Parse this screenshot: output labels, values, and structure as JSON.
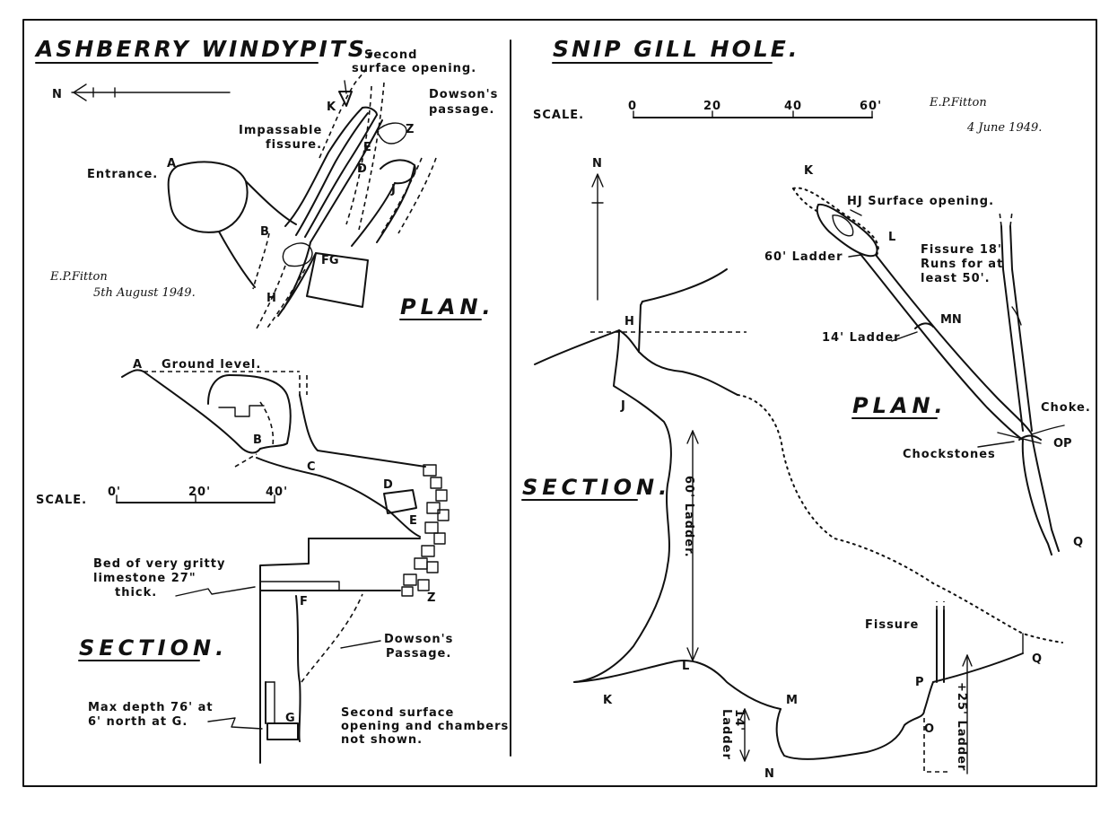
{
  "left": {
    "title": "ASHBERRY WINDYPITS.",
    "north": "N",
    "labels": {
      "second_surface": "Second",
      "second_surface2": "surface opening.",
      "dowsons": "Dowson's",
      "dowsons2": "passage.",
      "impassable": "Impassable",
      "impassable2": "fissure.",
      "entrance": "Entrance.",
      "plan": "PLAN.",
      "signature": "E.P.Fitton",
      "sig_date": "5th August 1949.",
      "ground_level": "Ground level.",
      "scale": "SCALE.",
      "bed1": "Bed of very gritty",
      "bed2": "limestone 27\"",
      "bed3": "thick.",
      "section": "SECTION.",
      "dowsons_sec": "Dowson's",
      "dowsons_sec2": "Passage.",
      "maxdepth1": "Max depth 76' at",
      "maxdepth2": "6' north at G.",
      "note1": "Second surface",
      "note2": "opening and chambers",
      "note3": "not shown."
    },
    "scale_ticks": [
      "0'",
      "20'",
      "40'"
    ],
    "plan_points": {
      "A": "A",
      "B": "B",
      "D": "D",
      "E": "E",
      "FG": "FG",
      "H": "H",
      "J": "J",
      "K": "K",
      "Z": "Z"
    },
    "section_points": {
      "A": "A",
      "B": "B",
      "C": "C",
      "D": "D",
      "E": "E",
      "F": "F",
      "G": "G",
      "Z": "Z"
    }
  },
  "right": {
    "title": "SNIP GILL HOLE.",
    "scale": "SCALE.",
    "scale_ticks": [
      "0",
      "20",
      "40",
      "60'"
    ],
    "signature": "E.P.Fitton",
    "sig_date": "4 June 1949.",
    "north": "N",
    "labels": {
      "hj_surface": "HJ Surface opening.",
      "ladder60": "60' Ladder",
      "fissure1": "Fissure 18\"",
      "fissure2": "Runs for at",
      "fissure3": "least 50'.",
      "ladder14": "14' Ladder",
      "plan": "PLAN.",
      "choke": "Choke.",
      "chockstones": "Chockstones",
      "section": "SECTION.",
      "ladder60_sec": "60' Ladder.",
      "fissure_sec": "Fissure",
      "ladder14_sec": "14'",
      "ladder14_sec2": "Ladder",
      "ladder25_sec": "+25' Ladder"
    },
    "plan_points": {
      "K": "K",
      "L": "L",
      "MN": "MN",
      "OP": "OP",
      "Q": "Q"
    },
    "section_points": {
      "H": "H",
      "J": "J",
      "K": "K",
      "L": "L",
      "M": "M",
      "N": "N",
      "O": "O",
      "P": "P",
      "Q": "Q"
    }
  }
}
